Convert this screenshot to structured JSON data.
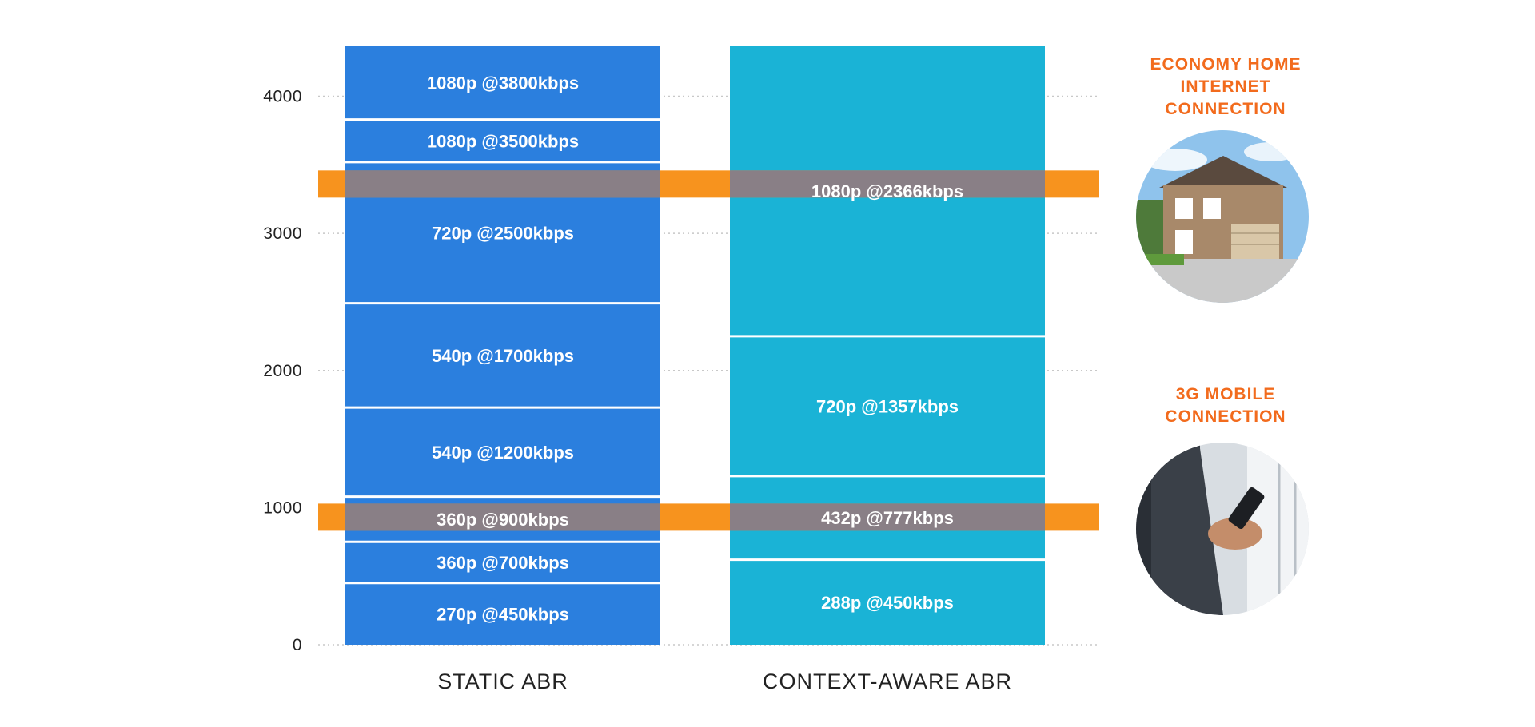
{
  "chart_data": {
    "type": "bar",
    "stacked": true,
    "y_ticks": [
      "0",
      "1000",
      "2000",
      "3000",
      "4000"
    ],
    "ylim": [
      0,
      4370
    ],
    "grid": true,
    "categories": [
      "STATIC ABR",
      "CONTEXT-AWARE ABR"
    ],
    "bars": [
      {
        "category": "STATIC ABR",
        "color": "#2b7fde",
        "segments": [
          {
            "from": 0,
            "to": 450,
            "label": "270p @450kbps"
          },
          {
            "from": 450,
            "to": 750,
            "label": "360p @700kbps"
          },
          {
            "from": 750,
            "to": 1080,
            "label": "360p @900kbps"
          },
          {
            "from": 1080,
            "to": 1730,
            "label": "540p @1200kbps"
          },
          {
            "from": 1730,
            "to": 2490,
            "label": "540p @1700kbps"
          },
          {
            "from": 2490,
            "to": 3520,
            "label": "720p @2500kbps"
          },
          {
            "from": 3520,
            "to": 3830,
            "label": "1080p @3500kbps"
          },
          {
            "from": 3830,
            "to": 4370,
            "label": "1080p @3800kbps"
          }
        ]
      },
      {
        "category": "CONTEXT-AWARE ABR",
        "color": "#1ab3d6",
        "segments": [
          {
            "from": 0,
            "to": 620,
            "label": "288p @450kbps"
          },
          {
            "from": 620,
            "to": 1230,
            "label": "432p @777kbps"
          },
          {
            "from": 1230,
            "to": 2250,
            "label": "720p @1357kbps"
          },
          {
            "from": 2250,
            "to": 4370,
            "label": "1080p @2366kbps"
          }
        ]
      }
    ],
    "connections": [
      {
        "lines": [
          "ECONOMY HOME",
          "INTERNET",
          "CONNECTION"
        ],
        "value": 3360,
        "icon": "house-photo"
      },
      {
        "lines": [
          "3G MOBILE",
          "CONNECTION"
        ],
        "value": 930,
        "icon": "smartphone-hand-photo"
      }
    ],
    "band_color": "#f7931e",
    "connection_label_color": "#f26b1d"
  }
}
